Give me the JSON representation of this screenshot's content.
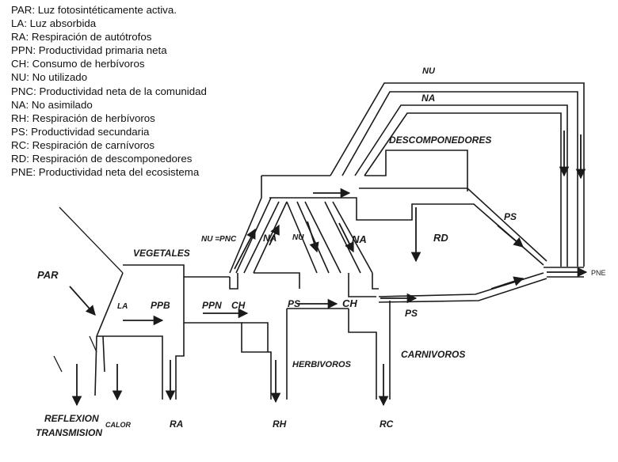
{
  "legend": [
    {
      "abbr": "PAR",
      "text": "Luz fotosintéticamente activa."
    },
    {
      "abbr": "LA",
      "text": "Luz absorbida"
    },
    {
      "abbr": "RA",
      "text": "Respiración de autótrofos"
    },
    {
      "abbr": "PPN",
      "text": "Productividad primaria neta"
    },
    {
      "abbr": "CH",
      "text": "Consumo de herbívoros"
    },
    {
      "abbr": "NU",
      "text": "No utilizado"
    },
    {
      "abbr": "PNC",
      "text": "Productividad neta de la comunidad"
    },
    {
      "abbr": "NA",
      "text": "No asimilado"
    },
    {
      "abbr": "RH",
      "text": "Respiración de herbívoros"
    },
    {
      "abbr": "PS",
      "text": "Productividad secundaria"
    },
    {
      "abbr": "RC",
      "text": "Respiración de carnívoros"
    },
    {
      "abbr": "RD",
      "text": "Respiración de descomponedores"
    },
    {
      "abbr": "PNE",
      "text": "Productividad neta del ecosistema"
    }
  ],
  "diagram": {
    "labels": {
      "nu_top": "NU",
      "na_top": "NA",
      "descomponedores": "DESCOMPONEDORES",
      "ps_right": "PS",
      "rd": "RD",
      "pne": "PNE",
      "nu_pnc": "NU =PNC",
      "na_left": "NA",
      "nu_mid": "NU",
      "na_mid": "NA",
      "vegetales": "VEGETALES",
      "par": "PAR",
      "la": "LA",
      "ppb": "PPB",
      "ppn": "PPN",
      "ch_1": "CH",
      "ps_mid": "PS",
      "ch_2": "CH",
      "ps_low": "PS",
      "carnivoros": "CARNIVOROS",
      "herbivoros": "HERBIVOROS",
      "reflexion": "REFLEXION",
      "transmision": "TRANSMISION",
      "calor": "CALOR",
      "ra": "RA",
      "rh": "RH",
      "rc": "RC"
    }
  }
}
